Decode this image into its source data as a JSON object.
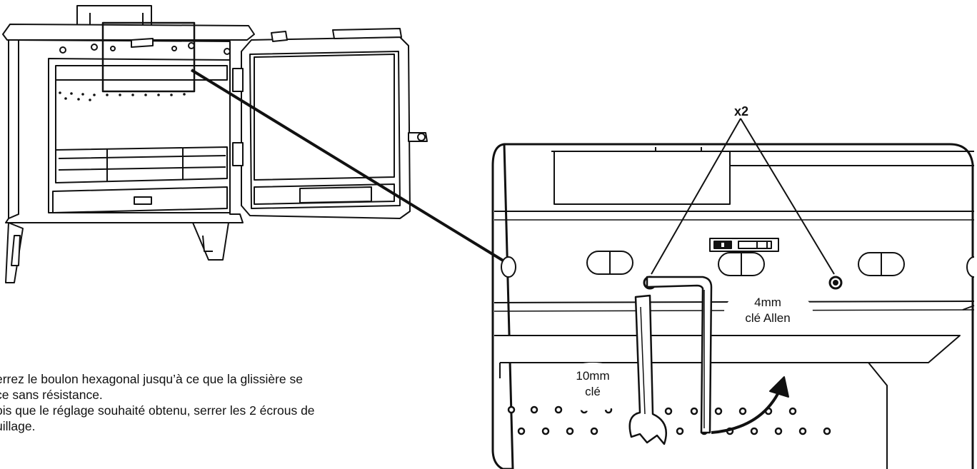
{
  "instructions": {
    "line1": "errez le boulon hexagonal jusqu’à ce que la glissière se",
    "line2": "ce sans résistance.",
    "line3": "ois que le réglage souhaité obtenu, serrer les 2 écrous de",
    "line4": "uillage."
  },
  "labels": {
    "quantity": "x2",
    "allen_key_size": "4mm",
    "allen_key_name": "clé Allen",
    "wrench_size": "10mm",
    "wrench_name": "clé"
  }
}
